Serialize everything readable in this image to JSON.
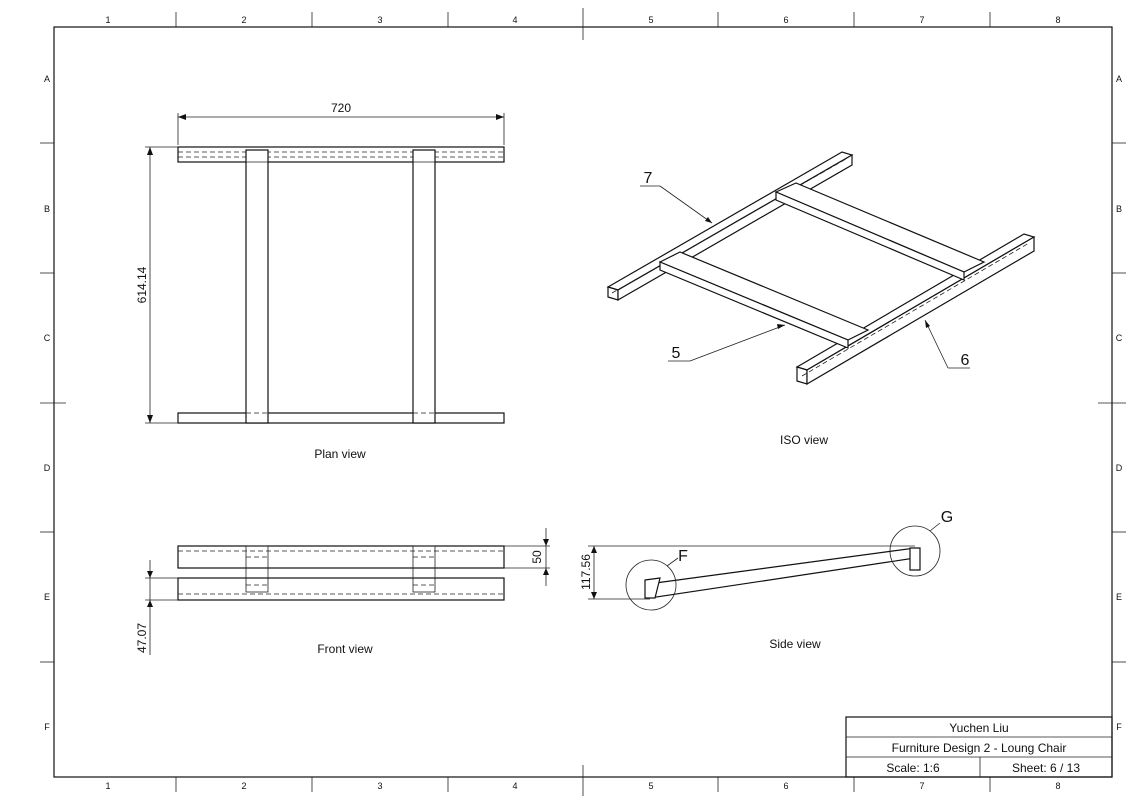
{
  "border": {
    "columns": [
      "1",
      "2",
      "3",
      "4",
      "5",
      "6",
      "7",
      "8"
    ],
    "rows": [
      "A",
      "B",
      "C",
      "D",
      "E",
      "F"
    ]
  },
  "plan_view": {
    "label": "Plan view",
    "dim_width": "720",
    "dim_height": "614.14"
  },
  "iso_view": {
    "label": "ISO view",
    "balloons": [
      "7",
      "5",
      "6"
    ]
  },
  "front_view": {
    "label": "Front view",
    "dim_height": "50",
    "dim_gap": "47.07"
  },
  "side_view": {
    "label": "Side view",
    "dim_height": "117.56",
    "detail_f": "F",
    "detail_g": "G"
  },
  "title_block": {
    "author": "Yuchen Liu",
    "title": "Furniture Design 2 - Loung Chair",
    "scale": "Scale: 1:6",
    "sheet": "Sheet: 6 / 13"
  }
}
